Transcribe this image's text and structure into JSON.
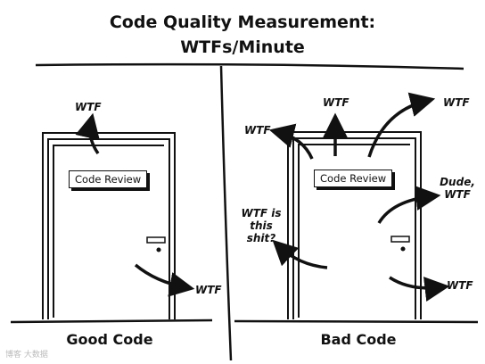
{
  "title": {
    "line1": "Code Quality Measurement:",
    "line2": "WTFs/Minute"
  },
  "panels": {
    "good": {
      "caption": "Good Code",
      "sign": "Code Review",
      "exclamations": [
        "WTF",
        "WTF"
      ]
    },
    "bad": {
      "caption": "Bad Code",
      "sign": "Code Review",
      "exclamations": [
        "WTF",
        "WTF",
        "WTF",
        "WTF is this shit?",
        "Dude, WTF",
        "WTF"
      ]
    }
  },
  "watermark": "博客 大数据"
}
